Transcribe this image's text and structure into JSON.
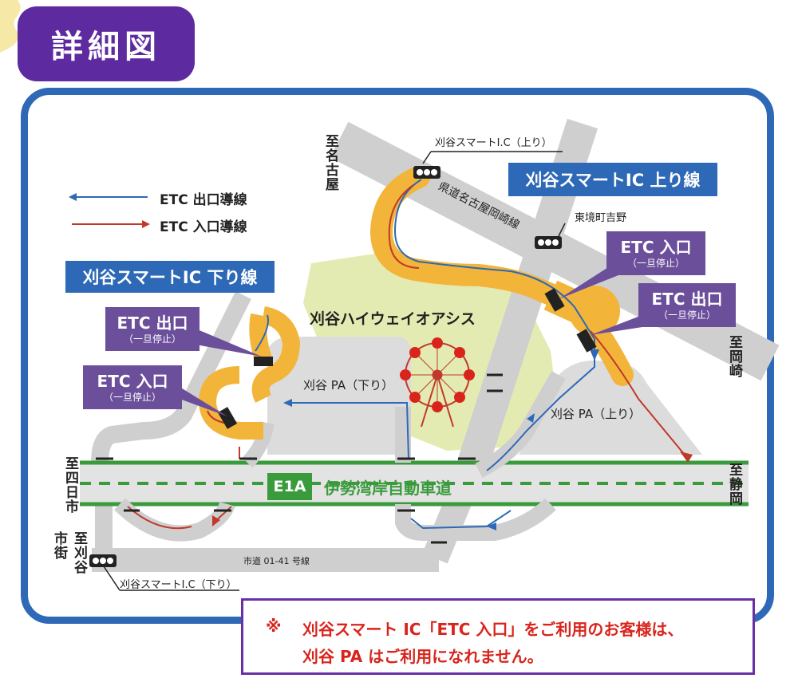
{
  "header": {
    "title": "詳細図"
  },
  "legend": {
    "exit_label": "ETC 出口導線",
    "entry_label": "ETC 入口導線",
    "exit_color": "#2d69b6",
    "entry_color": "#c0392b"
  },
  "ic_up": {
    "label": "刈谷スマートIC 上り線"
  },
  "ic_down": {
    "label": "刈谷スマートIC 下り線"
  },
  "gates": {
    "up_entry": {
      "main": "ETC 入口",
      "sub": "（一旦停止）"
    },
    "up_exit": {
      "main": "ETC 出口",
      "sub": "（一旦停止）"
    },
    "down_exit": {
      "main": "ETC 出口",
      "sub": "（一旦停止）"
    },
    "down_entry": {
      "main": "ETC 入口",
      "sub": "（一旦停止）"
    }
  },
  "places": {
    "oasis": "刈谷ハイウェイオアシス",
    "pa_down": "刈谷 PA（下り）",
    "pa_up": "刈谷 PA（上り）",
    "signal_up": "刈谷スマートI.C（上り）",
    "signal_down": "刈谷スマートI.C（下り）",
    "signal_higashi": "東境町吉野",
    "pref_road": "県道名古屋岡崎線",
    "city_road": "市道 01-41 号線"
  },
  "directions": {
    "nagoya": "至名古屋",
    "okazaki": "至岡崎",
    "shizuoka": "至静岡",
    "yokkaichi": "至四日市",
    "kariya": "至刈谷市街"
  },
  "highway": {
    "code": "E1A",
    "name": "伊勢湾岸自動車道"
  },
  "notice": {
    "mark": "※",
    "line1": "刈谷スマート IC「ETC 入口」をご利用のお客様は、",
    "line2": "刈谷 PA はご利用になれません。"
  }
}
